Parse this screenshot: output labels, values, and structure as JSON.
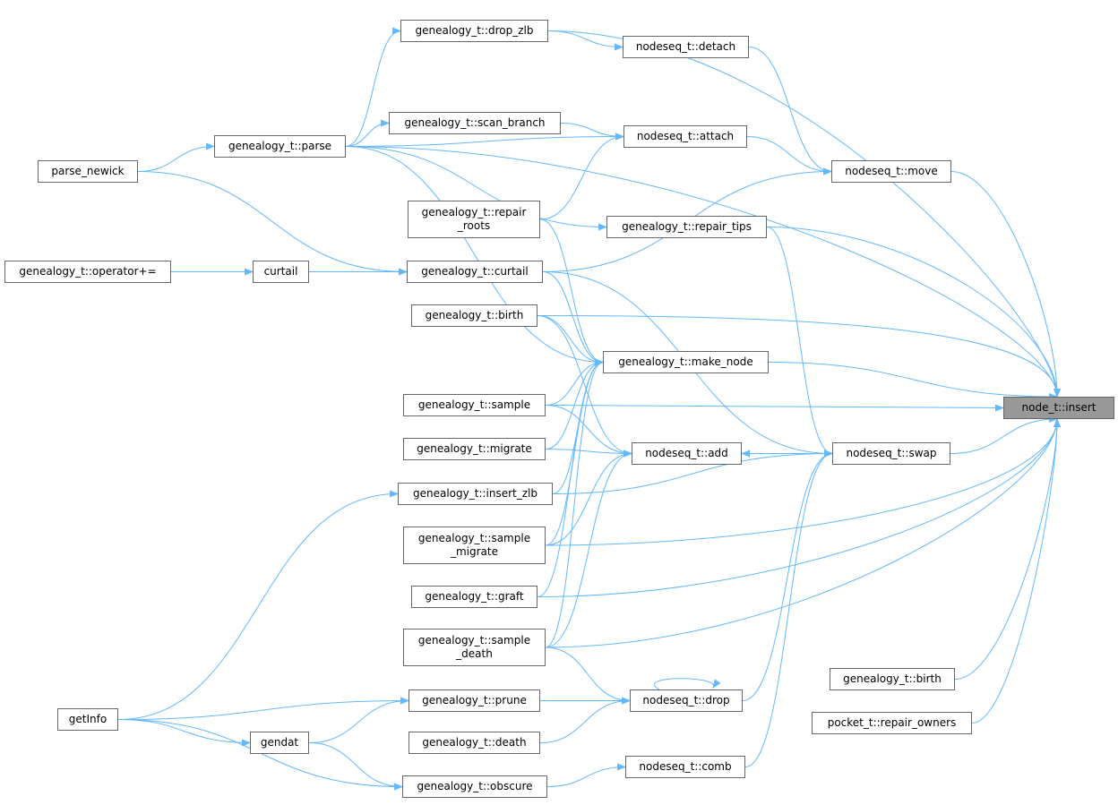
{
  "graph": {
    "type": "caller-graph",
    "edge_color": "#63b8ff",
    "root_fill": "#999999",
    "nodes": [
      {
        "id": "insert",
        "lines": [
          "node_t::insert"
        ],
        "root": true
      },
      {
        "id": "drop_zlb",
        "lines": [
          "genealogy_t::drop_zlb"
        ]
      },
      {
        "id": "detach",
        "lines": [
          "nodeseq_t::detach"
        ]
      },
      {
        "id": "scan_branch",
        "lines": [
          "genealogy_t::scan_branch"
        ]
      },
      {
        "id": "attach",
        "lines": [
          "nodeseq_t::attach"
        ]
      },
      {
        "id": "parse",
        "lines": [
          "genealogy_t::parse"
        ]
      },
      {
        "id": "parse_newick",
        "lines": [
          "parse_newick"
        ]
      },
      {
        "id": "move",
        "lines": [
          "nodeseq_t::move"
        ]
      },
      {
        "id": "repair_roots",
        "lines": [
          "genealogy_t::repair",
          "_roots"
        ]
      },
      {
        "id": "repair_tips",
        "lines": [
          "genealogy_t::repair_tips"
        ]
      },
      {
        "id": "operator_pluseq",
        "lines": [
          "genealogy_t::operator+="
        ]
      },
      {
        "id": "curtail_fn",
        "lines": [
          "curtail"
        ]
      },
      {
        "id": "curtail",
        "lines": [
          "genealogy_t::curtail"
        ]
      },
      {
        "id": "birth_l",
        "lines": [
          "genealogy_t::birth"
        ]
      },
      {
        "id": "make_node",
        "lines": [
          "genealogy_t::make_node"
        ]
      },
      {
        "id": "sample",
        "lines": [
          "genealogy_t::sample"
        ]
      },
      {
        "id": "migrate",
        "lines": [
          "genealogy_t::migrate"
        ]
      },
      {
        "id": "add",
        "lines": [
          "nodeseq_t::add"
        ]
      },
      {
        "id": "swap",
        "lines": [
          "nodeseq_t::swap"
        ]
      },
      {
        "id": "insert_zlb",
        "lines": [
          "genealogy_t::insert_zlb"
        ]
      },
      {
        "id": "sample_migrate",
        "lines": [
          "genealogy_t::sample",
          "_migrate"
        ]
      },
      {
        "id": "graft",
        "lines": [
          "genealogy_t::graft"
        ]
      },
      {
        "id": "sample_death",
        "lines": [
          "genealogy_t::sample",
          "_death"
        ]
      },
      {
        "id": "birth_r",
        "lines": [
          "genealogy_t::birth"
        ]
      },
      {
        "id": "drop",
        "lines": [
          "nodeseq_t::drop"
        ]
      },
      {
        "id": "prune",
        "lines": [
          "genealogy_t::prune"
        ]
      },
      {
        "id": "getInfo",
        "lines": [
          "getInfo"
        ]
      },
      {
        "id": "repair_owners",
        "lines": [
          "pocket_t::repair_owners"
        ]
      },
      {
        "id": "gendat",
        "lines": [
          "gendat"
        ]
      },
      {
        "id": "death",
        "lines": [
          "genealogy_t::death"
        ]
      },
      {
        "id": "comb",
        "lines": [
          "nodeseq_t::comb"
        ]
      },
      {
        "id": "obscure",
        "lines": [
          "genealogy_t::obscure"
        ]
      }
    ],
    "edges": [
      [
        "drop_zlb",
        "detach"
      ],
      [
        "drop_zlb",
        "insert"
      ],
      [
        "detach",
        "move"
      ],
      [
        "scan_branch",
        "attach"
      ],
      [
        "parse",
        "drop_zlb"
      ],
      [
        "parse",
        "scan_branch"
      ],
      [
        "parse",
        "attach"
      ],
      [
        "parse",
        "insert"
      ],
      [
        "parse",
        "repair_tips"
      ],
      [
        "parse",
        "make_node"
      ],
      [
        "parse_newick",
        "parse"
      ],
      [
        "parse_newick",
        "curtail"
      ],
      [
        "attach",
        "move"
      ],
      [
        "move",
        "insert"
      ],
      [
        "repair_roots",
        "attach"
      ],
      [
        "repair_roots",
        "make_node"
      ],
      [
        "curtail",
        "move"
      ],
      [
        "repair_tips",
        "insert"
      ],
      [
        "repair_tips",
        "swap"
      ],
      [
        "operator_pluseq",
        "curtail_fn"
      ],
      [
        "curtail_fn",
        "curtail"
      ],
      [
        "curtail",
        "make_node"
      ],
      [
        "curtail",
        "swap"
      ],
      [
        "birth_l",
        "make_node"
      ],
      [
        "birth_l",
        "insert"
      ],
      [
        "birth_l",
        "add"
      ],
      [
        "make_node",
        "insert"
      ],
      [
        "sample",
        "make_node"
      ],
      [
        "sample",
        "insert"
      ],
      [
        "sample",
        "add"
      ],
      [
        "migrate",
        "make_node"
      ],
      [
        "migrate",
        "add"
      ],
      [
        "swap",
        "add"
      ],
      [
        "swap",
        "insert"
      ],
      [
        "insert_zlb",
        "make_node"
      ],
      [
        "insert_zlb",
        "swap"
      ],
      [
        "getInfo",
        "insert_zlb"
      ],
      [
        "getInfo",
        "prune"
      ],
      [
        "getInfo",
        "gendat"
      ],
      [
        "getInfo",
        "obscure"
      ],
      [
        "sample_migrate",
        "make_node"
      ],
      [
        "sample_migrate",
        "add"
      ],
      [
        "sample_migrate",
        "insert"
      ],
      [
        "graft",
        "make_node"
      ],
      [
        "graft",
        "insert"
      ],
      [
        "sample_death",
        "make_node"
      ],
      [
        "sample_death",
        "add"
      ],
      [
        "sample_death",
        "insert"
      ],
      [
        "sample_death",
        "drop"
      ],
      [
        "drop",
        "drop"
      ],
      [
        "drop",
        "swap"
      ],
      [
        "prune",
        "drop"
      ],
      [
        "gendat",
        "prune"
      ],
      [
        "gendat",
        "obscure"
      ],
      [
        "death",
        "drop"
      ],
      [
        "obscure",
        "comb"
      ],
      [
        "comb",
        "swap"
      ],
      [
        "birth_r",
        "insert"
      ],
      [
        "repair_owners",
        "insert"
      ]
    ]
  }
}
